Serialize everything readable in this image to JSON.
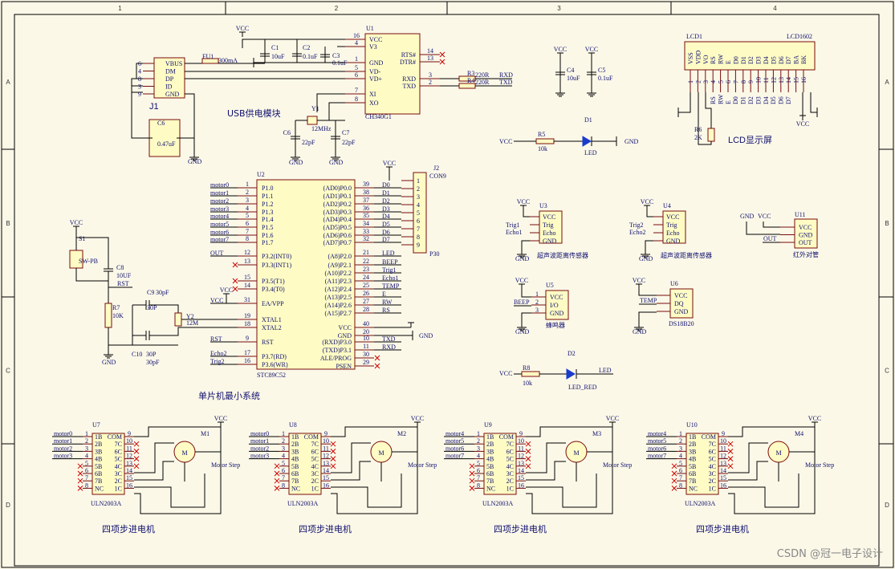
{
  "grid": {
    "cols": [
      "1",
      "2",
      "3",
      "4"
    ],
    "rows": [
      "A",
      "B",
      "C",
      "D"
    ]
  },
  "usb": {
    "title": "USB供电模块",
    "connector_ref": "J1",
    "pins": [
      "VBUS",
      "DM",
      "DP",
      "ID",
      "GND"
    ],
    "pin_nums": [
      "6",
      "4",
      "8",
      "3",
      "9"
    ],
    "fuse_ref": "FU1",
    "fuse_val": "300mA",
    "cap_ref": "C6",
    "cap_val": "0.47uF"
  },
  "ch340": {
    "ref": "U1",
    "part": "CH340G1",
    "left_pins": [
      "VCC",
      "V3",
      "GND",
      "VD-",
      "VD+",
      "XI",
      "XO"
    ],
    "left_nums": [
      "16",
      "4",
      "1",
      "5",
      "6",
      "7",
      "8"
    ],
    "right_pins": [
      "RTS#",
      "DTR#",
      "RXD",
      "TXD"
    ],
    "right_nums": [
      "14",
      "13",
      "3",
      "2"
    ],
    "c1_ref": "C1",
    "c1_val": "10uF",
    "c2_ref": "C2",
    "c2_val": "0.1uF",
    "c3_ref": "C3",
    "c3_val": "0.1uF",
    "y1_ref": "Y1",
    "y1_val": "12MHz",
    "c6_ref": "C6",
    "c6_val": "22pF",
    "c7_ref": "C7",
    "c7_val": "22pF",
    "r3_ref": "R3",
    "r3_val": "220R",
    "r4_ref": "R4",
    "r4_val": "220R",
    "net_rxd": "RXD",
    "net_txd": "TXD"
  },
  "caps_top": {
    "c4_ref": "C4",
    "c4_val": "10uF",
    "c5_ref": "C5",
    "c5_val": "0.1uF",
    "vcc": "VCC"
  },
  "lcd": {
    "title": "LCD显示屏",
    "ref": "LCD1",
    "part": "LCD1602",
    "pins": [
      "VSS",
      "VDD",
      "VO",
      "RS",
      "RW",
      "E",
      "D0",
      "D1",
      "D2",
      "D3",
      "D4",
      "D5",
      "D6",
      "D7",
      "BA",
      "BK"
    ],
    "nums": [
      "1",
      "2",
      "3",
      "4",
      "5",
      "6",
      "7",
      "8",
      "9",
      "10",
      "11",
      "12",
      "13",
      "14",
      "15",
      "16"
    ],
    "nets": [
      "RS",
      "RW",
      "E",
      "D0",
      "D1",
      "D2",
      "D3",
      "D4",
      "D5",
      "D6",
      "D7"
    ],
    "r6_ref": "R6",
    "r6_val": "2K"
  },
  "led1": {
    "r_ref": "R5",
    "r_val": "10k",
    "d_ref": "D1",
    "d_val": "LED",
    "gnd": "GND",
    "vcc": "VCC"
  },
  "led2": {
    "r_ref": "R8",
    "r_val": "10k",
    "d_ref": "D2",
    "d_val": "LED_RED",
    "net": "LED",
    "vcc": "VCC"
  },
  "mcu": {
    "title": "单片机最小系统",
    "ref": "U2",
    "part": "STC89C52",
    "left_pins": [
      "P1.0",
      "P1.1",
      "P1.2",
      "P1.3",
      "P1.4",
      "P1.5",
      "P1.6",
      "P1.7",
      "P3.2(INT0)",
      "P3.3(INT1)",
      "P3.5(T1)",
      "P3.4(T0)",
      "EA/VPP",
      "XTAL1",
      "XTAL2",
      "RST",
      "P3.7(RD)",
      "P3.6(WR)"
    ],
    "left_nums": [
      "1",
      "2",
      "3",
      "4",
      "5",
      "6",
      "7",
      "8",
      "12",
      "13",
      "15",
      "14",
      "31",
      "19",
      "18",
      "9",
      "17",
      "16"
    ],
    "left_nets": [
      "motor0",
      "motor1",
      "motor2",
      "motor3",
      "motor4",
      "motor5",
      "motor6",
      "motor7",
      "OUT",
      "",
      "",
      "",
      "VCC",
      "",
      "",
      "RST",
      "Echo2",
      "Trig2"
    ],
    "right_pins": [
      "(AD0)P0.0",
      "(AD1)P0.1",
      "(AD2)P0.2",
      "(AD3)P0.3",
      "(AD4)P0.4",
      "(AD5)P0.5",
      "(AD6)P0.6",
      "(AD7)P0.7",
      "(A8)P2.0",
      "(A9)P2.1",
      "(A10)P2.2",
      "(A11)P2.3",
      "(A12)P2.4",
      "(A13)P2.5",
      "(A14)P2.6",
      "(A15)P2.7",
      "VCC",
      "GND",
      "(RXD)P3.0",
      "(TXD)P3.1",
      "ALE/PROG",
      "PSEN"
    ],
    "right_nums": [
      "39",
      "38",
      "37",
      "36",
      "35",
      "34",
      "33",
      "32",
      "21",
      "22",
      "23",
      "24",
      "25",
      "26",
      "27",
      "28",
      "40",
      "20",
      "10",
      "11",
      "30",
      "29"
    ],
    "right_nets": [
      "D0",
      "D1",
      "D2",
      "D3",
      "D4",
      "D5",
      "D6",
      "D7",
      "LED",
      "BEEP",
      "Trig1",
      "Echo1",
      "TEMP",
      "E",
      "RW",
      "RS",
      "",
      "",
      "TXD",
      "RXD",
      "",
      ""
    ]
  },
  "j2": {
    "ref": "J2",
    "part": "CON9",
    "sub": "P30",
    "nums": [
      "1",
      "2",
      "3",
      "4",
      "5",
      "6",
      "7",
      "8",
      "9"
    ]
  },
  "reset": {
    "s_ref": "S1",
    "s_val": "SW-PB",
    "c_ref": "C8",
    "c_val": "10UF",
    "r_ref": "R7",
    "r_val": "10K",
    "net": "RST",
    "vcc": "VCC",
    "gnd": "GND"
  },
  "xtal": {
    "c9_ref": "C9",
    "c9_val": "30pF",
    "c9_sub": "30P",
    "c10_ref": "C10",
    "c10_val": "30pF",
    "c10_sub": "30P",
    "y_ref": "Y2",
    "y_val": "12M"
  },
  "ultra": [
    {
      "ref": "U3",
      "pins": [
        "VCC",
        "Trig",
        "Echo",
        "GND"
      ],
      "nets": [
        "Trig1",
        "Echo1"
      ],
      "desc": "超声波距离传感器"
    },
    {
      "ref": "U4",
      "pins": [
        "VCC",
        "Trig",
        "Echo",
        "GND"
      ],
      "nets": [
        "Trig2",
        "Echo2"
      ],
      "desc": "超声波距离传感器"
    }
  ],
  "ir": {
    "ref": "U11",
    "pins": [
      "VCC",
      "GND",
      "OUT"
    ],
    "net": "OUT",
    "desc": "红外对管"
  },
  "buzzer": {
    "ref": "U5",
    "pins": [
      "VCC",
      "I/O",
      "GND"
    ],
    "nums": [
      "1",
      "2",
      "3"
    ],
    "net": "BEEP",
    "desc": "蜂鸣器"
  },
  "ds18b20": {
    "ref": "U6",
    "pins": [
      "VCC",
      "DQ",
      "GND"
    ],
    "net": "TEMP",
    "desc": "DS18B20"
  },
  "steppers": [
    {
      "drv": "U7",
      "motor": "M1",
      "nets": [
        "motor0",
        "motor1",
        "motor2",
        "motor3"
      ],
      "title": "四项步进电机"
    },
    {
      "drv": "U8",
      "motor": "M2",
      "nets": [
        "motor0",
        "motor1",
        "motor2",
        "motor3"
      ],
      "title": "四项步进电机"
    },
    {
      "drv": "U9",
      "motor": "M3",
      "nets": [
        "motor4",
        "motor5",
        "motor6",
        "motor7"
      ],
      "title": "四项步进电机"
    },
    {
      "drv": "U10",
      "motor": "M4",
      "nets": [
        "motor4",
        "motor5",
        "motor6",
        "motor7"
      ],
      "title": "四项步进电机"
    }
  ],
  "uln": {
    "part": "ULN2003A",
    "left": [
      "1B",
      "2B",
      "3B",
      "4B",
      "5B",
      "6B",
      "7B",
      "NC"
    ],
    "right": [
      "COM",
      "7C",
      "6C",
      "5C",
      "4C",
      "3C",
      "2C",
      "1C"
    ],
    "lnums": [
      "1",
      "2",
      "3",
      "4",
      "5",
      "6",
      "7",
      "8"
    ],
    "rnums": [
      "9",
      "10",
      "11",
      "12",
      "13",
      "14",
      "15",
      "16"
    ],
    "motor_label": "Motor Step",
    "m": "M"
  },
  "watermark": "CSDN @冠一电子设计"
}
